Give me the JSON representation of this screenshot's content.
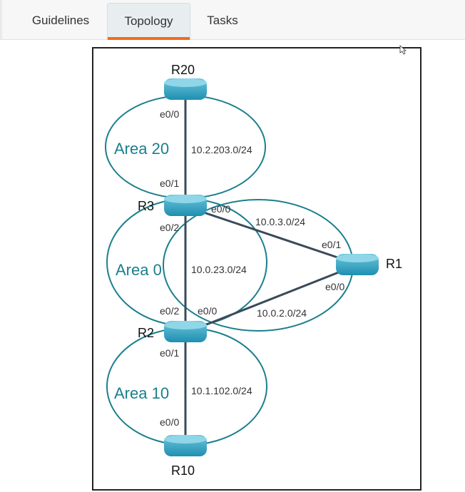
{
  "tabs": [
    {
      "label": "Guidelines"
    },
    {
      "label": "Topology",
      "active": true
    },
    {
      "label": "Tasks"
    }
  ],
  "colors": {
    "accent": "#f26a1b",
    "area_outline": "#1a7f8c",
    "router": "#3aaac9",
    "link": "#3a4a5a"
  },
  "topology": {
    "routers": {
      "r20": "R20",
      "r3": "R3",
      "r2": "R2",
      "r1": "R1",
      "r10": "R10"
    },
    "areas": {
      "area20": "Area 20",
      "area0": "Area 0",
      "area10": "Area 10"
    },
    "links": {
      "r20_r3": {
        "network": "10.2.203.0/24",
        "r20_if": "e0/0",
        "r3_if": "e0/1"
      },
      "r3_r1": {
        "network": "10.0.3.0/24",
        "r3_if": "e0/0",
        "r1_if": "e0/1"
      },
      "r3_r2": {
        "network": "10.0.23.0/24",
        "r3_if": "e0/2",
        "r2_if": "e0/2"
      },
      "r2_r1": {
        "network": "10.0.2.0/24",
        "r2_if": "e0/0",
        "r1_if": "e0/0"
      },
      "r2_r10": {
        "network": "10.1.102.0/24",
        "r2_if": "e0/1",
        "r10_if": "e0/0"
      }
    }
  }
}
